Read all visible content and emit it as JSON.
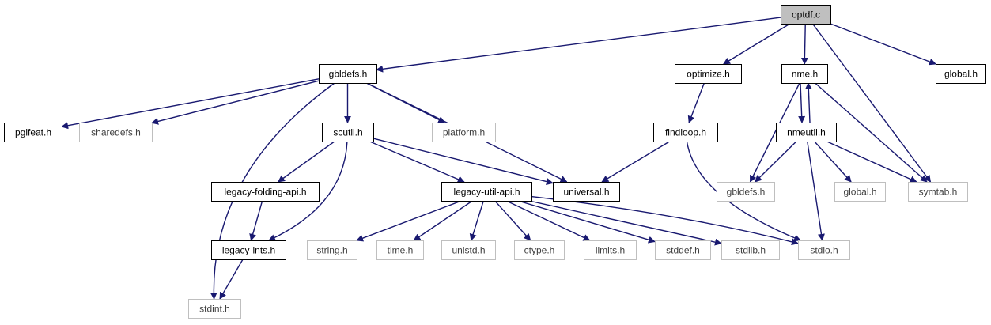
{
  "diagram": {
    "colors": {
      "edge": "#191970",
      "root_fill": "#bfbfbf",
      "node_border": "#000000",
      "ext_border": "#bfbfbf",
      "node_text": "#000000",
      "ext_text": "#404040"
    },
    "nodes": [
      {
        "id": "optdf",
        "label": "optdf.c",
        "kind": "root"
      },
      {
        "id": "gbldefs",
        "label": "gbldefs.h",
        "kind": "normal"
      },
      {
        "id": "optimize",
        "label": "optimize.h",
        "kind": "normal"
      },
      {
        "id": "nme",
        "label": "nme.h",
        "kind": "normal"
      },
      {
        "id": "global_top",
        "label": "global.h",
        "kind": "normal"
      },
      {
        "id": "pgifeat",
        "label": "pgifeat.h",
        "kind": "normal"
      },
      {
        "id": "sharedefs",
        "label": "sharedefs.h",
        "kind": "external"
      },
      {
        "id": "scutil",
        "label": "scutil.h",
        "kind": "normal"
      },
      {
        "id": "platform",
        "label": "platform.h",
        "kind": "external"
      },
      {
        "id": "findloop",
        "label": "findloop.h",
        "kind": "normal"
      },
      {
        "id": "nmeutil",
        "label": "nmeutil.h",
        "kind": "normal"
      },
      {
        "id": "legacy_folding",
        "label": "legacy-folding-api.h",
        "kind": "normal"
      },
      {
        "id": "legacy_util",
        "label": "legacy-util-api.h",
        "kind": "normal"
      },
      {
        "id": "universal",
        "label": "universal.h",
        "kind": "normal"
      },
      {
        "id": "gbldefs_ext",
        "label": "gbldefs.h",
        "kind": "external"
      },
      {
        "id": "global_ext",
        "label": "global.h",
        "kind": "external"
      },
      {
        "id": "symtab",
        "label": "symtab.h",
        "kind": "external"
      },
      {
        "id": "legacy_ints",
        "label": "legacy-ints.h",
        "kind": "normal"
      },
      {
        "id": "string",
        "label": "string.h",
        "kind": "external"
      },
      {
        "id": "time",
        "label": "time.h",
        "kind": "external"
      },
      {
        "id": "unistd",
        "label": "unistd.h",
        "kind": "external"
      },
      {
        "id": "ctype",
        "label": "ctype.h",
        "kind": "external"
      },
      {
        "id": "limits",
        "label": "limits.h",
        "kind": "external"
      },
      {
        "id": "stddef",
        "label": "stddef.h",
        "kind": "external"
      },
      {
        "id": "stdlib",
        "label": "stdlib.h",
        "kind": "external"
      },
      {
        "id": "stdio",
        "label": "stdio.h",
        "kind": "external"
      },
      {
        "id": "stdint",
        "label": "stdint.h",
        "kind": "external"
      }
    ],
    "edges": [
      [
        "optdf",
        "gbldefs"
      ],
      [
        "optdf",
        "optimize"
      ],
      [
        "optdf",
        "nme"
      ],
      [
        "optdf",
        "global_top"
      ],
      [
        "optdf",
        "symtab"
      ],
      [
        "gbldefs",
        "pgifeat"
      ],
      [
        "gbldefs",
        "sharedefs"
      ],
      [
        "gbldefs",
        "scutil"
      ],
      [
        "gbldefs",
        "platform"
      ],
      [
        "gbldefs",
        "universal"
      ],
      [
        "gbldefs",
        "stdint"
      ],
      [
        "optimize",
        "findloop"
      ],
      [
        "nme",
        "nmeutil"
      ],
      [
        "nme",
        "gbldefs_ext"
      ],
      [
        "nme",
        "symtab"
      ],
      [
        "nmeutil",
        "nme"
      ],
      [
        "nmeutil",
        "gbldefs_ext"
      ],
      [
        "nmeutil",
        "global_ext"
      ],
      [
        "nmeutil",
        "symtab"
      ],
      [
        "nmeutil",
        "stdio"
      ],
      [
        "scutil",
        "legacy_folding"
      ],
      [
        "scutil",
        "legacy_util"
      ],
      [
        "scutil",
        "universal"
      ],
      [
        "scutil",
        "legacy_ints"
      ],
      [
        "findloop",
        "universal"
      ],
      [
        "findloop",
        "stdio"
      ],
      [
        "legacy_folding",
        "legacy_ints"
      ],
      [
        "legacy_ints",
        "stdint"
      ],
      [
        "legacy_util",
        "string"
      ],
      [
        "legacy_util",
        "time"
      ],
      [
        "legacy_util",
        "unistd"
      ],
      [
        "legacy_util",
        "ctype"
      ],
      [
        "legacy_util",
        "limits"
      ],
      [
        "legacy_util",
        "stddef"
      ],
      [
        "legacy_util",
        "stdlib"
      ],
      [
        "legacy_util",
        "stdio"
      ]
    ]
  }
}
